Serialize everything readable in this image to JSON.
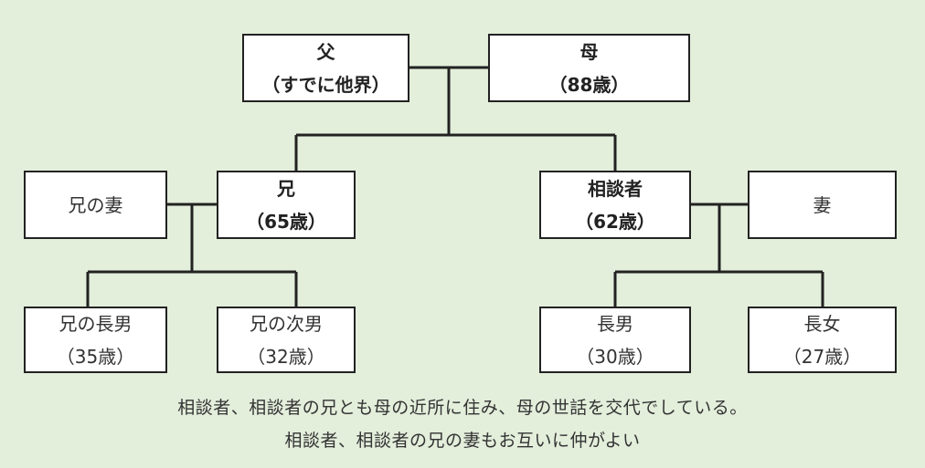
{
  "nodes": {
    "father": {
      "name": "父",
      "note": "（すでに他界）"
    },
    "mother": {
      "name": "母",
      "note": "（88歳）"
    },
    "brother_wife": {
      "name": "兄の妻"
    },
    "brother": {
      "name": "兄",
      "note": "（65歳）"
    },
    "client": {
      "name": "相談者",
      "note": "（62歳）"
    },
    "wife": {
      "name": "妻"
    },
    "brother_son1": {
      "name": "兄の長男",
      "note": "（35歳）"
    },
    "brother_son2": {
      "name": "兄の次男",
      "note": "（32歳）"
    },
    "son": {
      "name": "長男",
      "note": "（30歳）"
    },
    "daughter": {
      "name": "長女",
      "note": "（27歳）"
    }
  },
  "captions": [
    "相談者、相談者の兄とも母の近所に住み、母の世話を交代でしている。",
    "相談者、相談者の兄の妻もお互いに仲がよい"
  ],
  "colors": {
    "background": "#e3eedb",
    "box": "#ffffff",
    "line": "#222222"
  }
}
